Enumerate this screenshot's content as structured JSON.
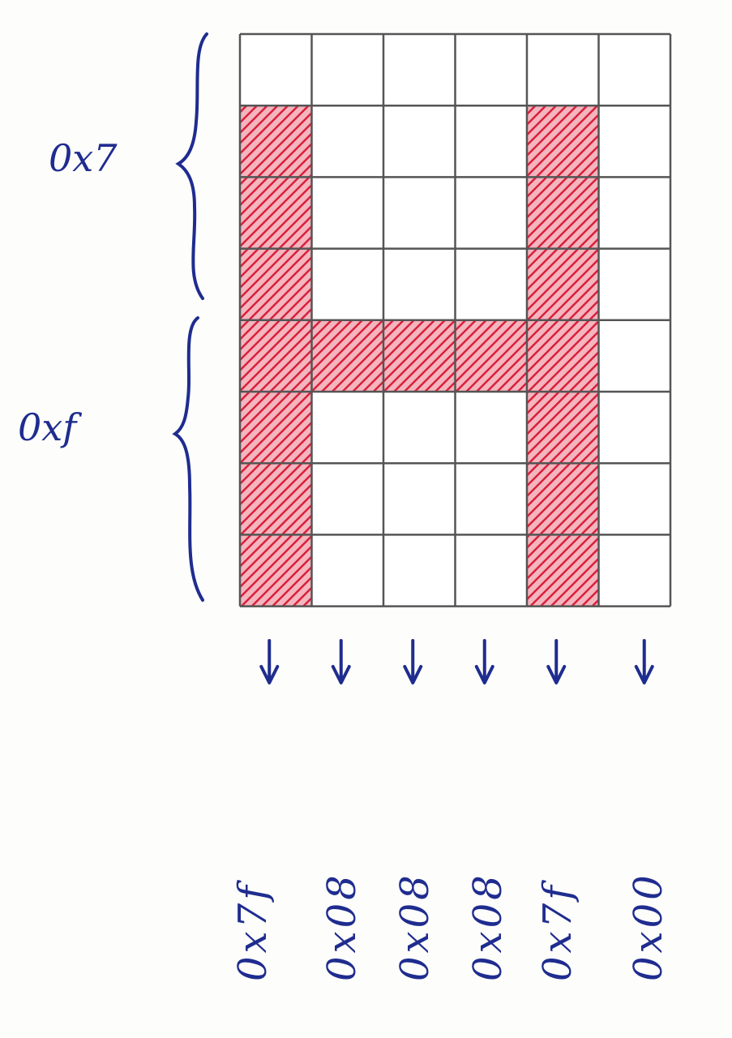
{
  "grid": {
    "rows": 8,
    "cols": 6,
    "filled": [
      [
        0,
        0,
        0,
        0,
        0,
        0
      ],
      [
        1,
        0,
        0,
        0,
        1,
        0
      ],
      [
        1,
        0,
        0,
        0,
        1,
        0
      ],
      [
        1,
        0,
        0,
        0,
        1,
        0
      ],
      [
        1,
        1,
        1,
        1,
        1,
        0
      ],
      [
        1,
        0,
        0,
        0,
        1,
        0
      ],
      [
        1,
        0,
        0,
        0,
        1,
        0
      ],
      [
        1,
        0,
        0,
        0,
        1,
        0
      ]
    ],
    "fill_color": "#d8203a",
    "line_color": "#555555"
  },
  "nibble_labels": {
    "top": "0x7",
    "bottom": "0xf"
  },
  "column_values": [
    "0x7f",
    "0x08",
    "0x08",
    "0x08",
    "0x7f",
    "0x00"
  ],
  "ink_color": "#1f2c8f"
}
